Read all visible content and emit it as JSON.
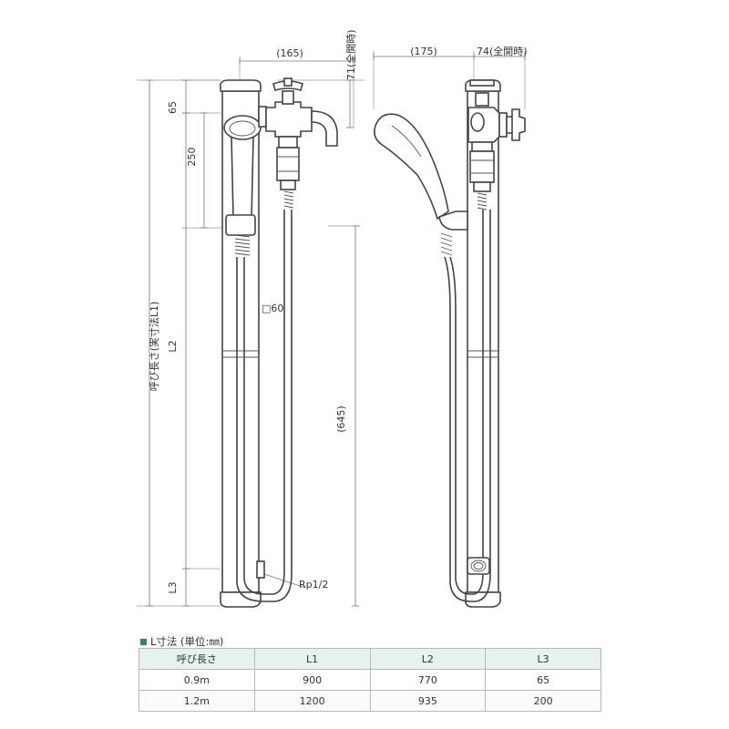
{
  "dimensions": {
    "front_width": "(165)",
    "front_open_height": "71(全開時)",
    "top_cap": "65",
    "shower_to_hanger": "250",
    "nominal_length": "呼び長さ(実寸法L1)",
    "l2": "L2",
    "l3": "L3",
    "pipe_square": "□60",
    "hose_length": "(645)",
    "connection_thread": "Rp1/2",
    "side_width": "(175)",
    "side_open_width": "74(全開時)"
  },
  "spec_table": {
    "title": "L寸法 (単位:㎜)",
    "headers": [
      "呼び長さ",
      "L1",
      "L2",
      "L3"
    ],
    "rows": [
      [
        "0.9m",
        "900",
        "770",
        "65"
      ],
      [
        "1.2m",
        "1200",
        "935",
        "200"
      ]
    ]
  },
  "colors": {
    "line": "#444444",
    "table_header_bg": "#e6f2ef",
    "table_border": "#b9b9b9",
    "title_marker": "#2e8b57"
  }
}
